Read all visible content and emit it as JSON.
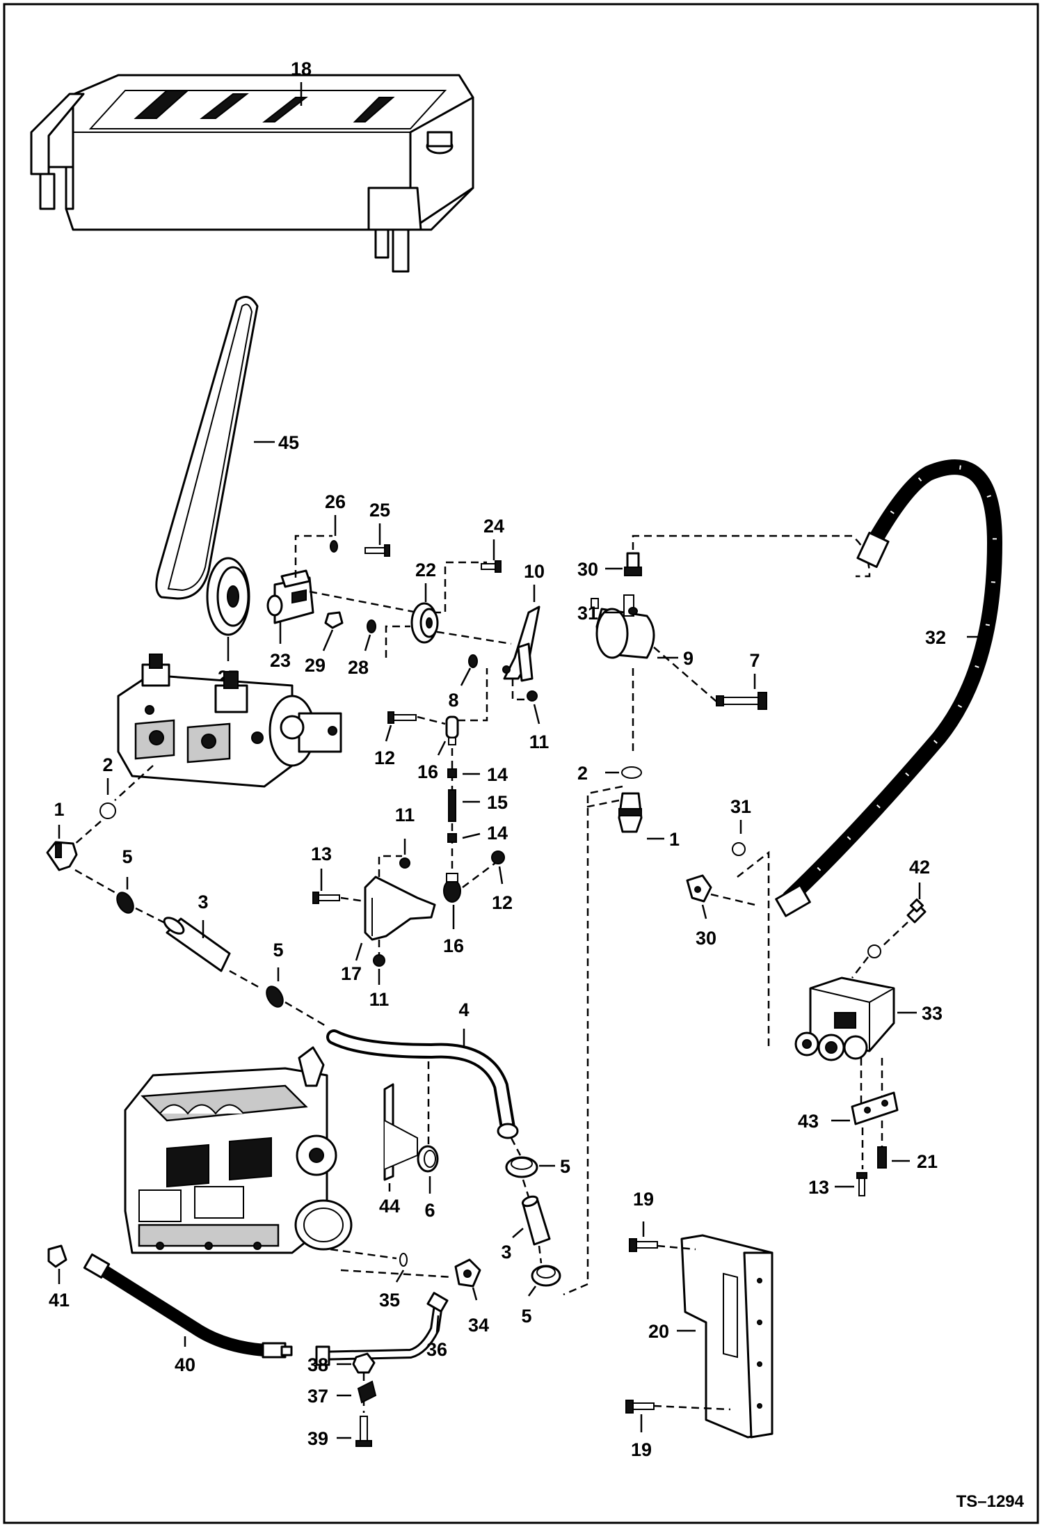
{
  "callouts": {
    "c18": "18",
    "c45": "45",
    "c26": "26",
    "c25": "25",
    "c24": "24",
    "c22": "22",
    "c10": "10",
    "c30a": "30",
    "c31a": "31",
    "c9": "9",
    "c32": "32",
    "c7": "7",
    "c27": "27",
    "c23": "23",
    "c29": "29",
    "c28": "28",
    "c8": "8",
    "c11a": "11",
    "c12a": "12",
    "c16a": "16",
    "c14a": "14",
    "c15": "15",
    "c14b": "14",
    "c2a": "2",
    "c2b": "2",
    "c1a": "1",
    "c1b": "1",
    "c31b": "31",
    "c42": "42",
    "c30b": "30",
    "c5a": "5",
    "c3a": "3",
    "c11b": "11",
    "c13a": "13",
    "c12b": "12",
    "c16b": "16",
    "c17": "17",
    "c11c": "11",
    "c5b": "5",
    "c33": "33",
    "c4": "4",
    "c43": "43",
    "c21": "21",
    "c13b": "13",
    "c5c": "5",
    "c44": "44",
    "c6": "6",
    "c3b": "3",
    "c19a": "19",
    "c20": "20",
    "c19b": "19",
    "c5d": "5",
    "c41": "41",
    "c35": "35",
    "c34": "34",
    "c40": "40",
    "c36": "36",
    "c38": "38",
    "c37": "37",
    "c39": "39"
  },
  "figure_tag": "TS–1294"
}
